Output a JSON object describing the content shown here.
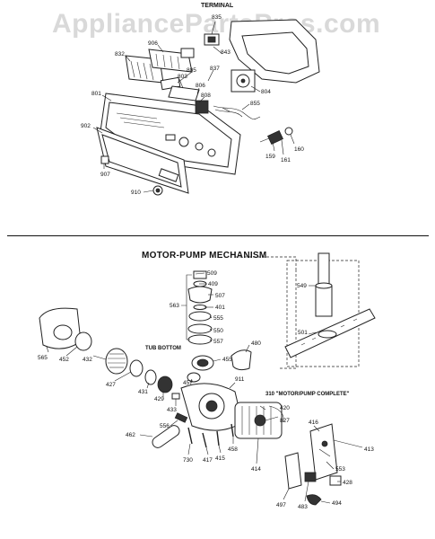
{
  "watermark": "AppliancePartsPros.com",
  "top_header": "TERMINAL",
  "section_title": "MOTOR-PUMP MECHANISM",
  "notes": {
    "tub_bottom": "TUB BOTTOM",
    "motor_pump_complete": "310 \"MOTOR/PUMP COMPLETE\""
  },
  "top_part_numbers": [
    "835",
    "906",
    "832",
    "843",
    "837",
    "805",
    "803",
    "806",
    "801",
    "804",
    "808",
    "855",
    "902",
    "907",
    "910",
    "159",
    "161",
    "160"
  ],
  "bottom_part_numbers": [
    "509",
    "409",
    "507",
    "401",
    "555",
    "563",
    "550",
    "557",
    "549",
    "501",
    "480",
    "565",
    "452",
    "432",
    "427",
    "455",
    "457",
    "431",
    "429",
    "433",
    "911",
    "420",
    "827",
    "556",
    "462",
    "730",
    "417",
    "415",
    "458",
    "414",
    "416",
    "413",
    "553",
    "428",
    "497",
    "483",
    "494"
  ]
}
